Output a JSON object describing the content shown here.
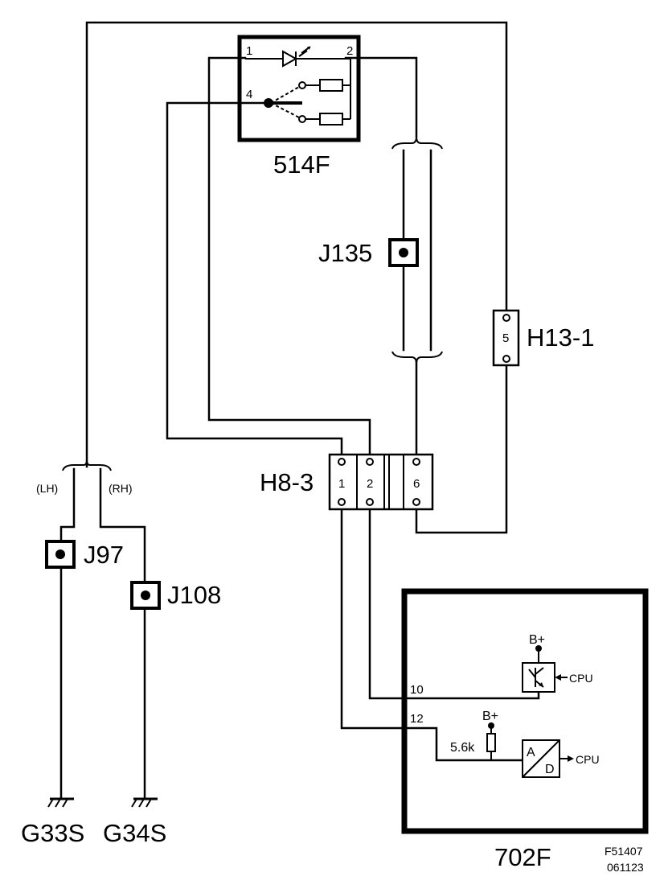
{
  "components": {
    "switch_514f": {
      "label": "514F",
      "pins": [
        "1",
        "2",
        "4"
      ]
    },
    "j135": {
      "label": "J135"
    },
    "h13_1": {
      "label": "H13-1",
      "pin": "5"
    },
    "h8_3": {
      "label": "H8-3",
      "pins": [
        "1",
        "2",
        "6"
      ]
    },
    "j97": {
      "label": "J97"
    },
    "j108": {
      "label": "J108"
    },
    "g33s": {
      "label": "G33S"
    },
    "g34s": {
      "label": "G34S"
    },
    "ecu_702f": {
      "label": "702F",
      "pins": [
        "10",
        "12"
      ],
      "supply_label": "B+",
      "cpu_label": "CPU",
      "resistor_label": "5.6k",
      "adc_a": "A",
      "adc_d": "D"
    }
  },
  "branch_labels": {
    "lh": "(LH)",
    "rh": "(RH)"
  },
  "figure_ref": {
    "code": "F51407",
    "date": "061123"
  }
}
